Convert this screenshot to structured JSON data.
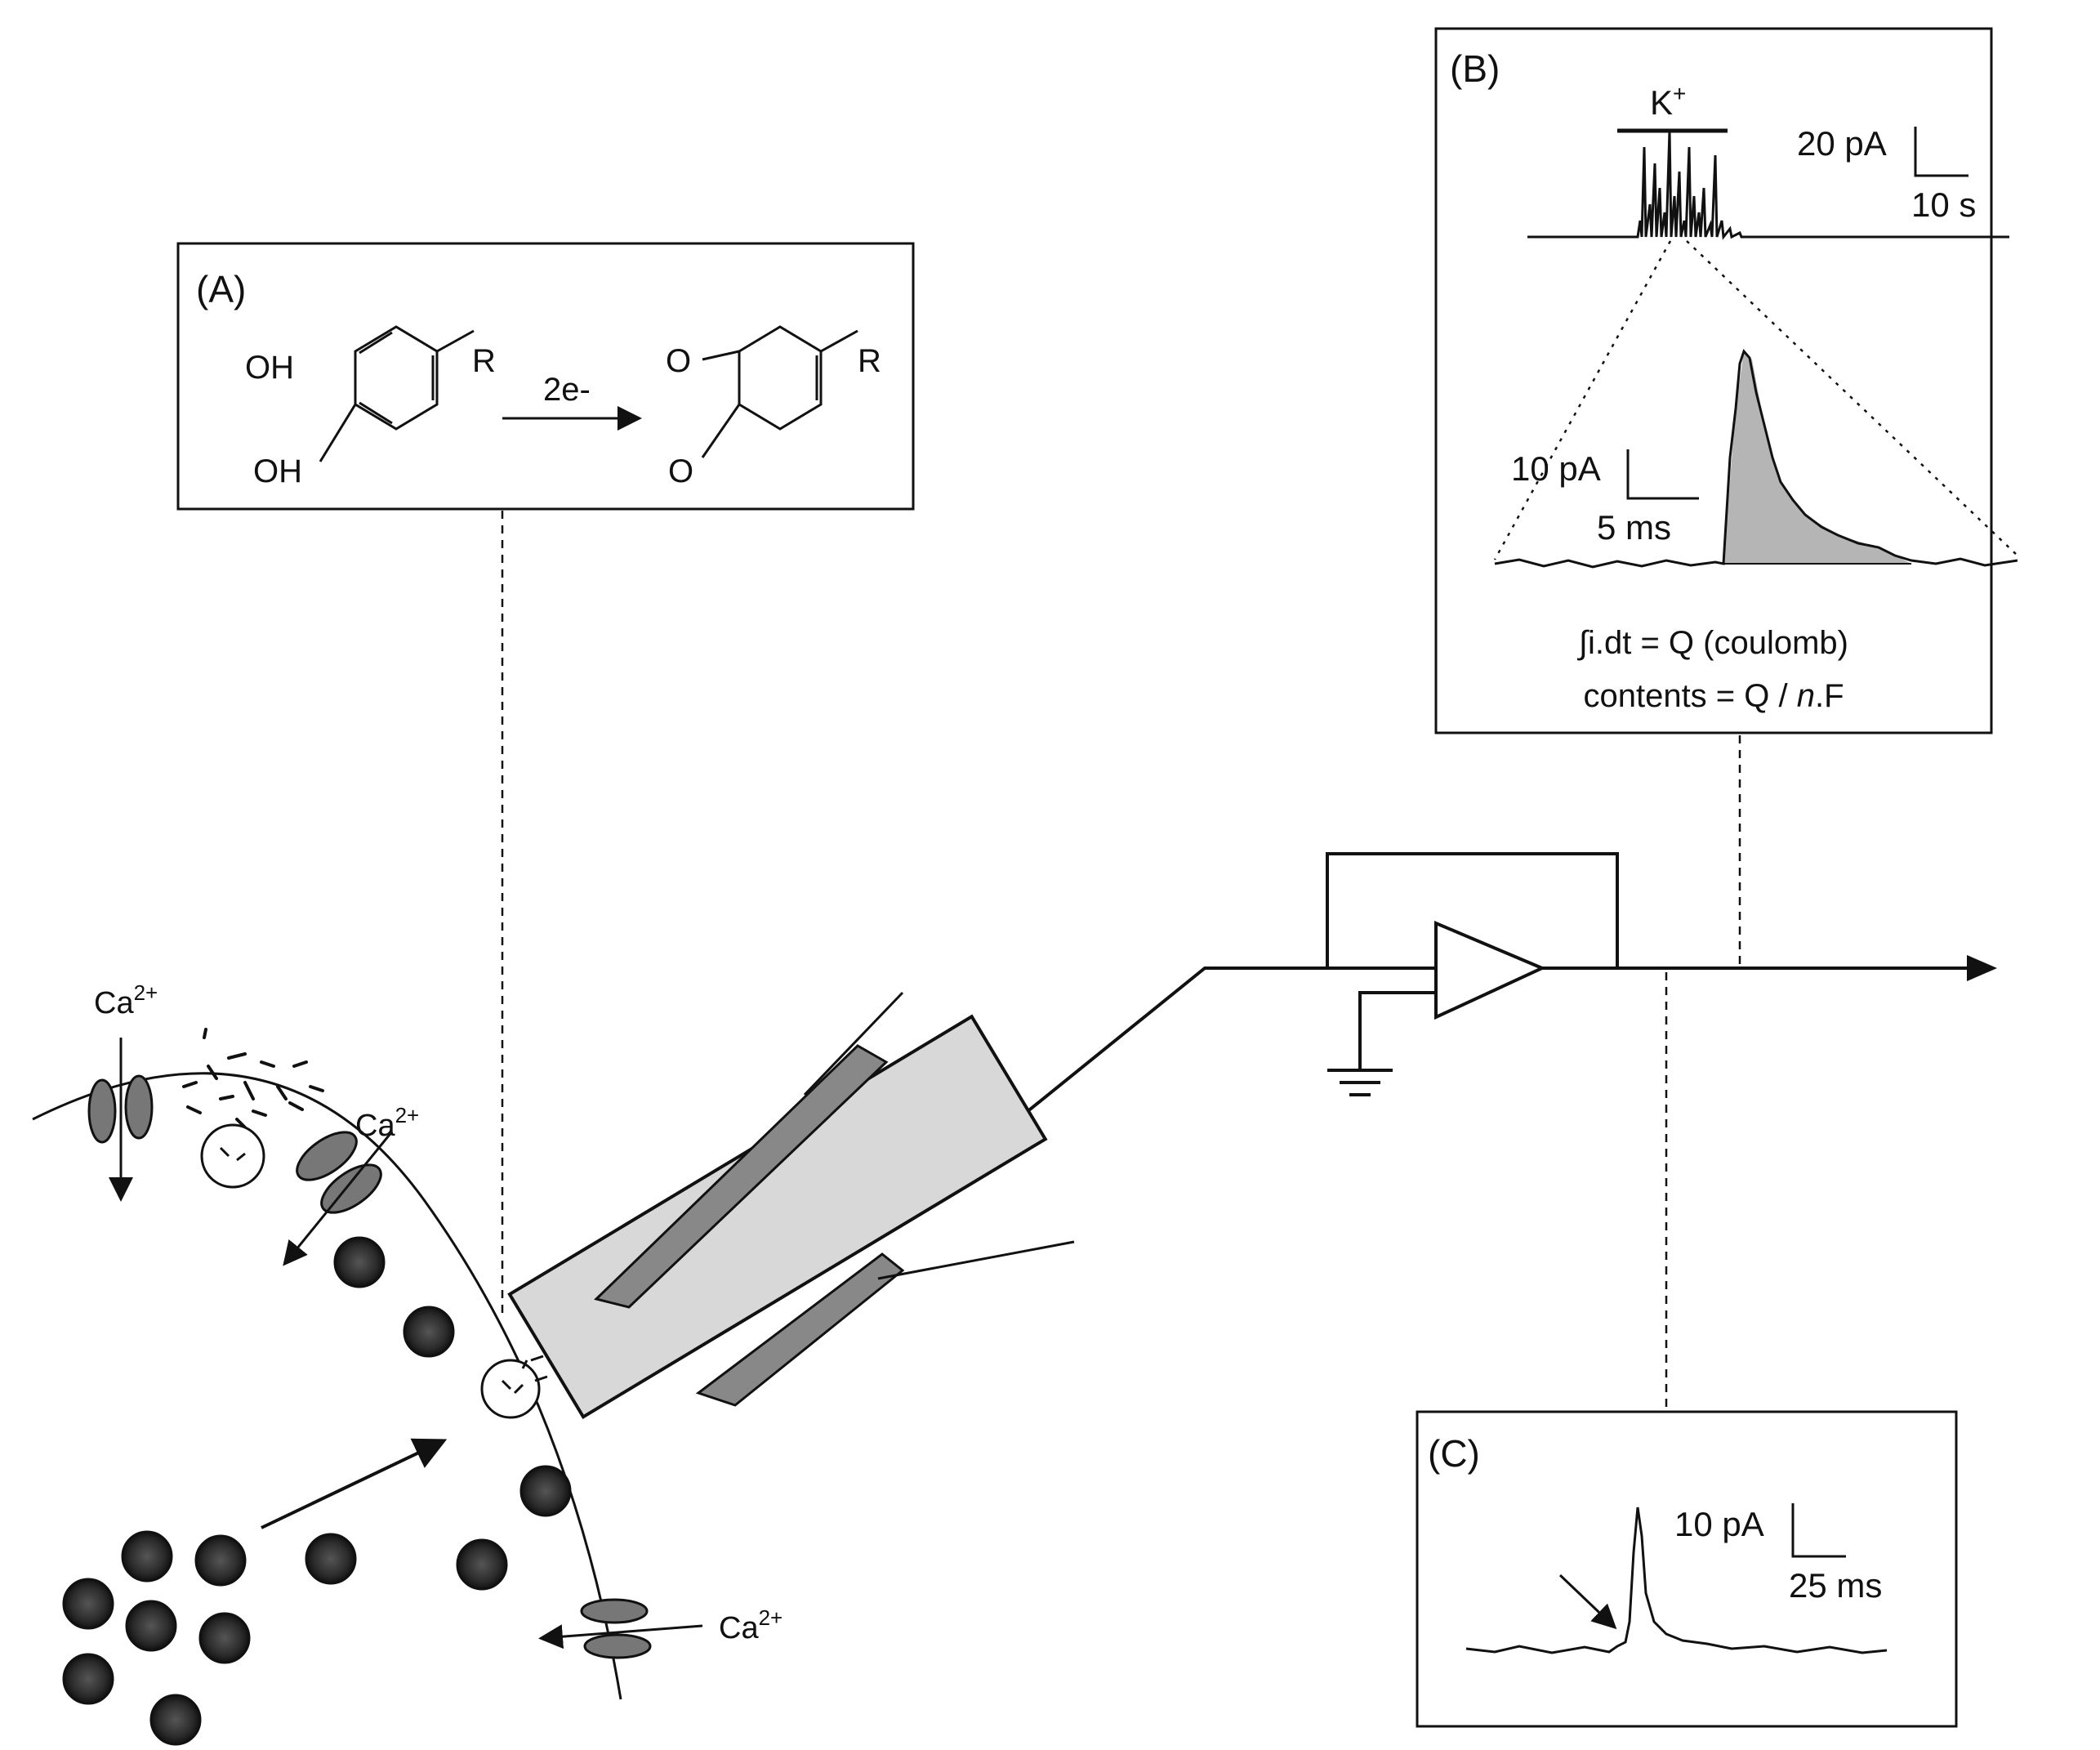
{
  "panel_a": {
    "label": "(A)",
    "oh_top": "OH",
    "oh_bottom": "OH",
    "r_left": "R",
    "arrow_label": "2e-",
    "o_top": "O",
    "o_bottom": "O",
    "r_right": "R"
  },
  "panel_b": {
    "label": "(B)",
    "stim_label": "K",
    "stim_sup": "+",
    "scale_top_current": "20 pA",
    "scale_top_time": "10 s",
    "scale_mid_current": "10 pA",
    "scale_mid_time": "5 ms",
    "formula_1": "∫i.dt = Q (coulomb)",
    "formula_2_pre": "contents = Q / ",
    "formula_2_n": "n",
    "formula_2_post": ".F"
  },
  "panel_c": {
    "label": "(C)",
    "scale_current": "10 pA",
    "scale_time": "25 ms"
  },
  "ions": {
    "ca_base": "Ca",
    "ca_sup": "2+"
  }
}
